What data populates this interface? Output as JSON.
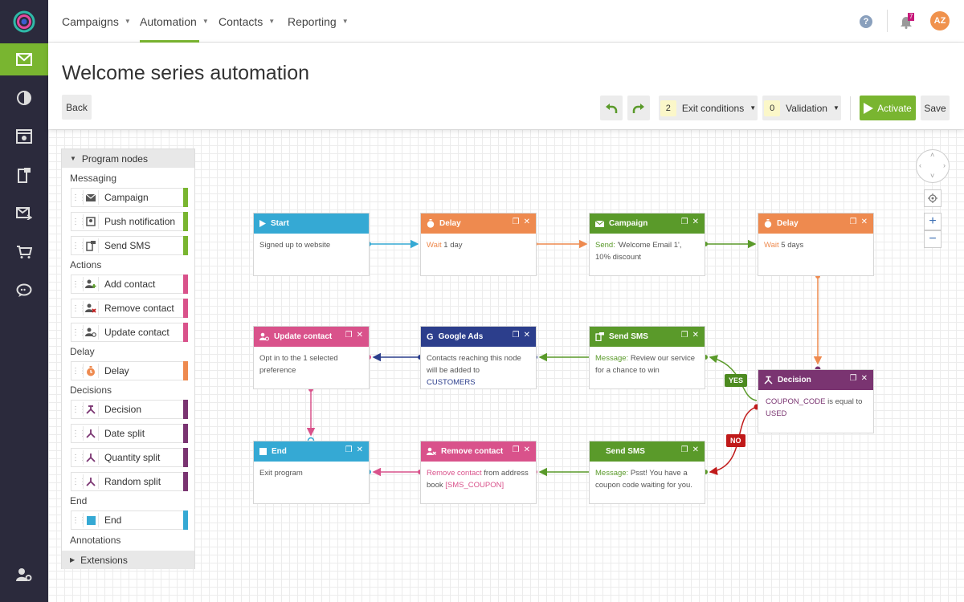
{
  "nav_top": {
    "items": [
      {
        "label": "Campaigns"
      },
      {
        "label": "Automation"
      },
      {
        "label": "Contacts"
      },
      {
        "label": "Reporting"
      }
    ],
    "notification_count": "7",
    "avatar": "AZ"
  },
  "header": {
    "title": "Welcome series automation",
    "back": "Back",
    "exit_count": "2",
    "exit_label": "Exit conditions",
    "validation_count": "0",
    "validation_label": "Validation",
    "activate": "Activate",
    "save": "Save"
  },
  "panel": {
    "header": "Program nodes",
    "sections": {
      "messaging": "Messaging",
      "actions": "Actions",
      "delay": "Delay",
      "decisions": "Decisions",
      "end": "End",
      "annotations": "Annotations"
    },
    "items": {
      "campaign": "Campaign",
      "push": "Push notification",
      "sms": "Send SMS",
      "add": "Add contact",
      "remove": "Remove contact",
      "update": "Update contact",
      "delay": "Delay",
      "decision": "Decision",
      "date": "Date split",
      "quantity": "Quantity split",
      "random": "Random split",
      "end": "End"
    },
    "extensions": "Extensions"
  },
  "nodes": {
    "start": {
      "title": "Start",
      "body": "Signed up to website"
    },
    "delay1": {
      "title": "Delay",
      "key": "Wait",
      "val": " 1 day"
    },
    "campaign": {
      "title": "Campaign",
      "key": "Send:",
      "val": " 'Welcome Email 1', 10% discount"
    },
    "delay2": {
      "title": "Delay",
      "key": "Wait",
      "val": " 5 days"
    },
    "update": {
      "title": "Update contact",
      "body": "Opt in to the 1 selected preference"
    },
    "gads": {
      "title": "Google Ads",
      "body": "Contacts reaching this node will be added to ",
      "val": "CUSTOMERS"
    },
    "sms1": {
      "title": "Send SMS",
      "key": "Message:",
      "val": " Review our service for a chance to win"
    },
    "decision": {
      "title": "Decision",
      "val1": "COUPON_CODE",
      "mid": " is equal to ",
      "val2": "USED"
    },
    "end": {
      "title": "End",
      "body": "Exit program"
    },
    "remove": {
      "title": "Remove contact",
      "key": "Remove contact",
      "mid": " from address book ",
      "val": "[SMS_COUPON]"
    },
    "sms2": {
      "title": "Send SMS",
      "key": "Message:",
      "val": " Psst! You have a coupon code waiting for you."
    }
  },
  "labels": {
    "yes": "YES",
    "no": "NO"
  },
  "colors": {
    "green": "#79b530",
    "blue": "#35a9d4",
    "orange": "#ee8a4f",
    "purple": "#7a3471",
    "pink": "#d9528b",
    "navy": "#2c3e8c",
    "yes": "#4c8a1f",
    "no": "#c01a1a"
  }
}
